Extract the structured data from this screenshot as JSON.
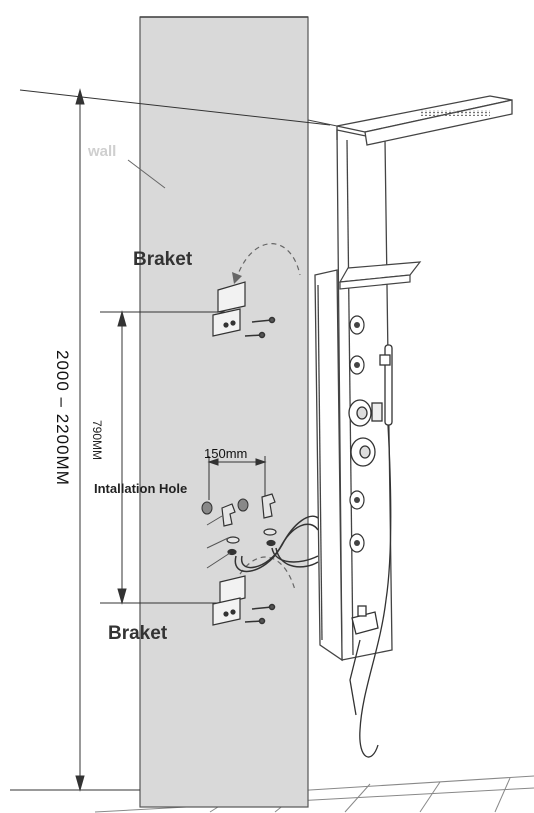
{
  "labels": {
    "wall": "wall",
    "braket_top": "Braket",
    "braket_bottom": "Braket",
    "hole_spacing": "150mm",
    "installation_hole": "Intallation Hole",
    "bracket_spacing": "790MM",
    "total_height": "2000 – 2200MM"
  },
  "colors": {
    "wall_fill": "#d9d9d9",
    "line": "#555555",
    "panel_outline": "#444444"
  }
}
